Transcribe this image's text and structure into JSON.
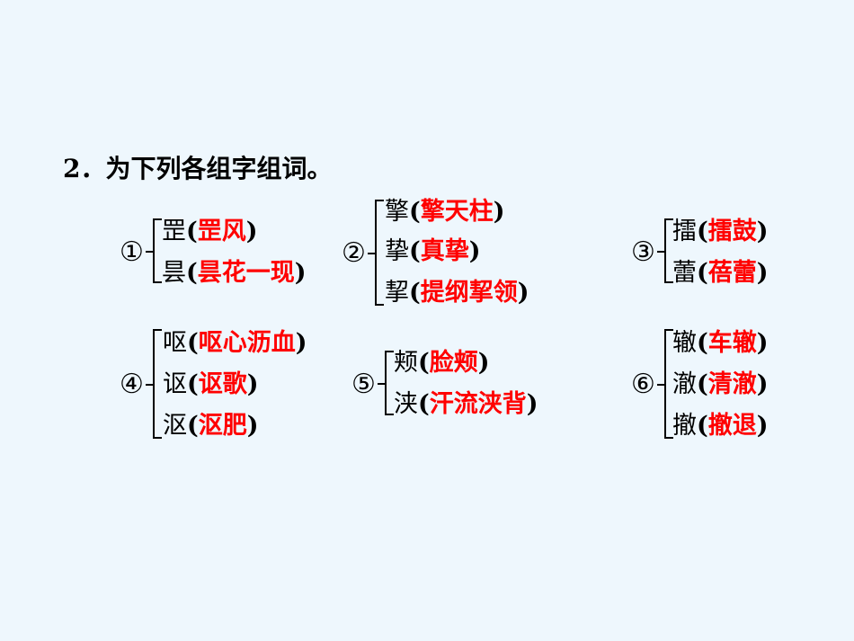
{
  "title": "2．为下列各组字组词。",
  "answer_color": "#ff0000",
  "groups": [
    {
      "num": "①",
      "rows": [
        {
          "ch": "罡",
          "ans": "罡风"
        },
        {
          "ch": "昙",
          "ans": "昙花一现"
        }
      ]
    },
    {
      "num": "②",
      "rows": [
        {
          "ch": "擎",
          "ans": "擎天柱"
        },
        {
          "ch": "挚",
          "ans": "真挚"
        },
        {
          "ch": "挈",
          "ans": "提纲挈领"
        }
      ]
    },
    {
      "num": "③",
      "rows": [
        {
          "ch": "擂",
          "ans": "擂鼓"
        },
        {
          "ch": "蕾",
          "ans": "蓓蕾"
        }
      ]
    },
    {
      "num": "④",
      "rows": [
        {
          "ch": "呕",
          "ans": "呕心沥血"
        },
        {
          "ch": "讴",
          "ans": "讴歌"
        },
        {
          "ch": "沤",
          "ans": "沤肥"
        }
      ]
    },
    {
      "num": "⑤",
      "rows": [
        {
          "ch": "颊",
          "ans": "脸颊"
        },
        {
          "ch": "浃",
          "ans": "汗流浃背"
        }
      ]
    },
    {
      "num": "⑥",
      "rows": [
        {
          "ch": "辙",
          "ans": "车辙"
        },
        {
          "ch": "澈",
          "ans": "清澈"
        },
        {
          "ch": "撤",
          "ans": "撤退"
        }
      ]
    }
  ],
  "paren_open": "(",
  "paren_close": ")"
}
